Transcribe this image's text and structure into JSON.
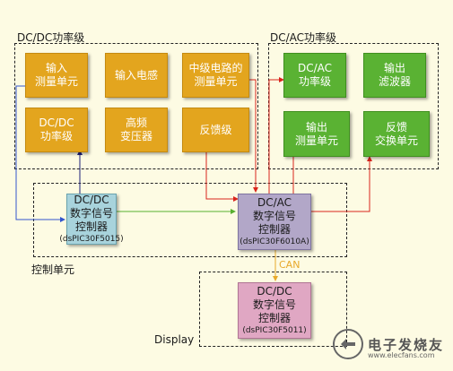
{
  "groups": {
    "dcdc_power": "DC/DC功率级",
    "dcac_power": "DC/AC功率级",
    "control": "控制单元",
    "display": "Display"
  },
  "dcdc_blocks": [
    {
      "line1": "输入",
      "line2": "测量单元"
    },
    {
      "line1": "输入电感",
      "line2": ""
    },
    {
      "line1": "中级电路的",
      "line2": "测量单元"
    },
    {
      "line1": "DC/DC",
      "line2": "功率级"
    },
    {
      "line1": "高频",
      "line2": "变压器"
    },
    {
      "line1": "反馈级",
      "line2": ""
    }
  ],
  "dcac_blocks": [
    {
      "line1": "DC/AC",
      "line2": "功率级"
    },
    {
      "line1": "输出",
      "line2": "滤波器"
    },
    {
      "line1": "输出",
      "line2": "测量单元"
    },
    {
      "line1": "反馈",
      "line2": "交换单元"
    }
  ],
  "controllers": {
    "dcdc": {
      "l1": "DC/DC",
      "l2": "数字信号",
      "l3": "控制器",
      "chip": "(dsPIC30F5015)"
    },
    "dcac": {
      "l1": "DC/AC",
      "l2": "数字信号",
      "l3": "控制器",
      "chip": "(dsPIC30F6010A)"
    },
    "display": {
      "l1": "DC/DC",
      "l2": "数字信号",
      "l3": "控制器",
      "chip": "(dsPIC30F5011)"
    }
  },
  "bus_label": "CAN",
  "watermark": {
    "main": "电子发烧友",
    "sub": "www.elecfans.com"
  },
  "colors": {
    "orange": "#e3a51e",
    "green": "#5ab233",
    "red": "#d9241c",
    "navy": "#1c1f7a",
    "dblue": "#3355cc",
    "arrow_green": "#58b030",
    "can": "#e8a92a"
  }
}
